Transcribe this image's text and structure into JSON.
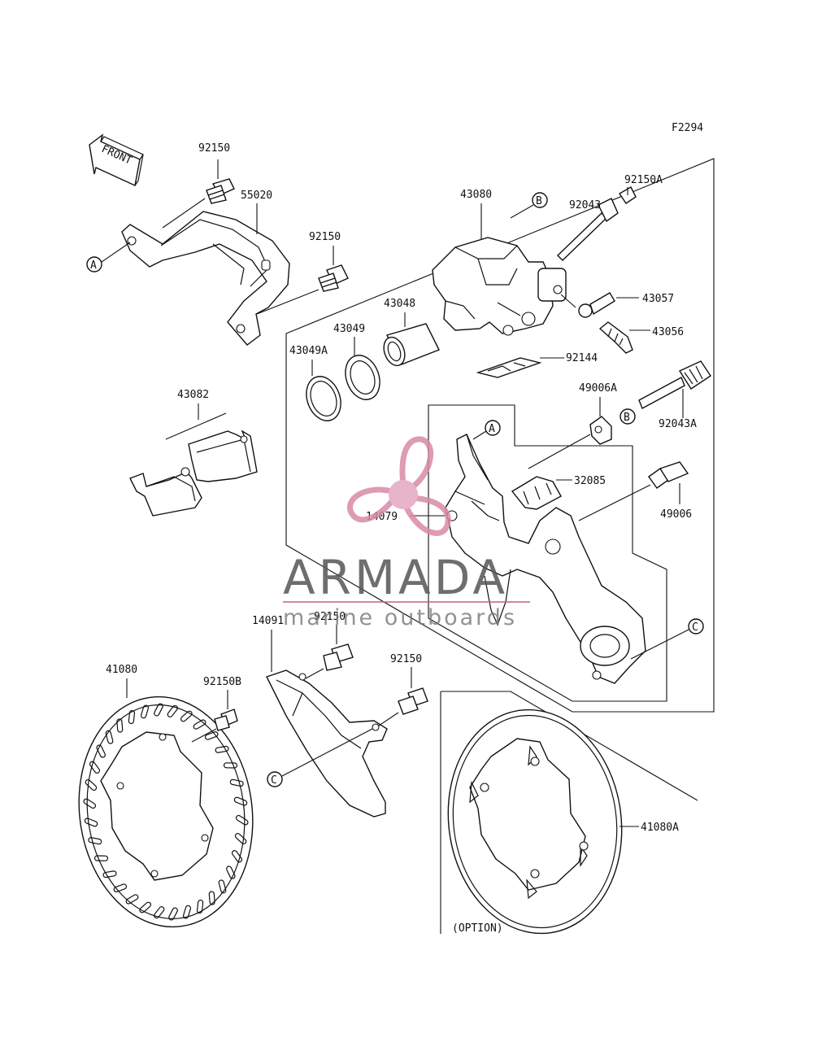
{
  "diagram": {
    "figure_code": "F2294",
    "front_label": "FRONT",
    "option_label": "(OPTION)",
    "watermark": {
      "brand": "ARMADA",
      "tagline": "marine outboards",
      "color": "#d98aa8"
    },
    "part_labels": {
      "p92150_top": "92150",
      "p55020": "55020",
      "p92150_bracket": "92150",
      "p43080": "43080",
      "p92150A": "92150A",
      "p92043": "92043",
      "p43057": "43057",
      "p43056": "43056",
      "p43048": "43048",
      "p43049": "43049",
      "p43049A": "43049A",
      "p92144": "92144",
      "p43082": "43082",
      "p49006A": "49006A",
      "p92043A": "92043A",
      "p32085": "32085",
      "p49006": "49006",
      "p14079": "14079",
      "p14091": "14091",
      "p92150_guard": "92150",
      "p92150_guard2": "92150",
      "p41080": "41080",
      "p92150B": "92150B",
      "p41080A": "41080A"
    },
    "callouts": {
      "a1": "A",
      "a2": "A",
      "b1": "B",
      "b2": "B",
      "c1": "C",
      "c2": "C"
    }
  }
}
